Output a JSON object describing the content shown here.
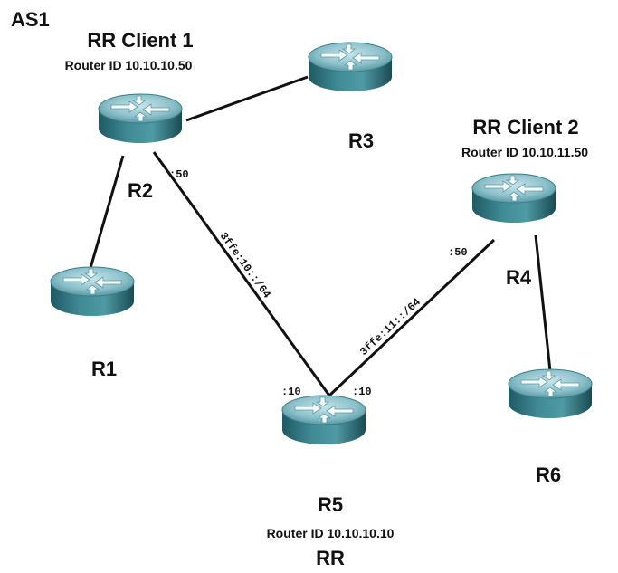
{
  "as_label": "AS1",
  "routers": [
    {
      "id": "r2",
      "label": "R2",
      "role": "RR Client 1",
      "router_id": "Router ID 10.10.10.50"
    },
    {
      "id": "r3",
      "label": "R3"
    },
    {
      "id": "r1",
      "label": "R1"
    },
    {
      "id": "r4",
      "label": "R4",
      "role": "RR Client 2",
      "router_id": "Router ID 10.10.11.50"
    },
    {
      "id": "r5",
      "label": "R5",
      "role": "RR",
      "router_id": "Router ID 10.10.10.10"
    },
    {
      "id": "r6",
      "label": "R6"
    }
  ],
  "links": [
    {
      "from": "r2",
      "to": "r3"
    },
    {
      "from": "r2",
      "to": "r1"
    },
    {
      "from": "r2",
      "to": "r5",
      "subnet": "3ffe:10::/64",
      "from_if": ":50",
      "to_if": ":10"
    },
    {
      "from": "r5",
      "to": "r4",
      "subnet": "3ffe:11::/64",
      "from_if": ":10",
      "to_if": ":50"
    },
    {
      "from": "r4",
      "to": "r6"
    }
  ],
  "colors": {
    "router_top": "#7fb6c0",
    "router_body": "#2f7580",
    "router_dark": "#1b4c55",
    "line": "#111111"
  },
  "icon": "router-icon"
}
